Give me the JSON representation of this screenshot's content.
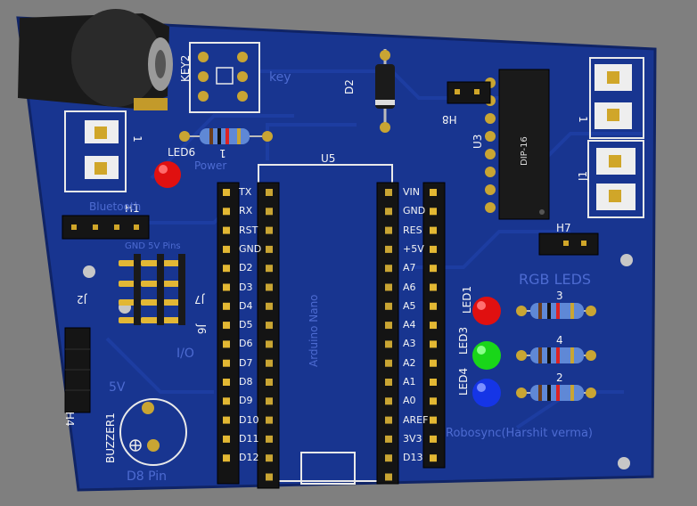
{
  "labels": {
    "key2": "KEY2",
    "key": "key",
    "d2": "D2",
    "u3": "U3",
    "h8": "H8",
    "dip16": "DIP-16",
    "u5": "U5",
    "h1": "H1",
    "bluetooth": "Bluetooth",
    "power": "Power",
    "led6": "LED6",
    "r1": "1",
    "gnd_5v_pins": "GND  5V  Pins",
    "j2": "J2",
    "j7": "J7",
    "j6": "J6",
    "io": "I/O",
    "five_v": "5V",
    "h4": "H4",
    "buzzer": "BUZZER1",
    "d8pin": "D8 Pin",
    "arduino_nano": "Arduino Nano",
    "h7": "H7",
    "j1": "J1",
    "rgb_leds": "RGB LEDS",
    "led1": "LED1",
    "led3": "LED3",
    "led4": "LED4",
    "r3": "3",
    "r4": "4",
    "r2": "2",
    "credit": "Robosync(Harshit verma)",
    "one_left": "1",
    "one_right": "1"
  },
  "nano_left_pins": [
    "TX",
    "RX",
    "RST",
    "GND",
    "D2",
    "D3",
    "D4",
    "D5",
    "D6",
    "D7",
    "D8",
    "D9",
    "D10",
    "D11",
    "D12"
  ],
  "nano_right_pins": [
    "VIN",
    "GND",
    "RES",
    "+5V",
    "A7",
    "A6",
    "A5",
    "A4",
    "A3",
    "A2",
    "A1",
    "A0",
    "AREF",
    "3V3",
    "D13"
  ],
  "colors": {
    "board": "#183590",
    "board_edge": "#14287a",
    "silk": "#f4f4f4",
    "gold": "#d8ad33",
    "led_red": "#e01010",
    "led_green": "#19d619",
    "led_blue": "#1535e6"
  }
}
